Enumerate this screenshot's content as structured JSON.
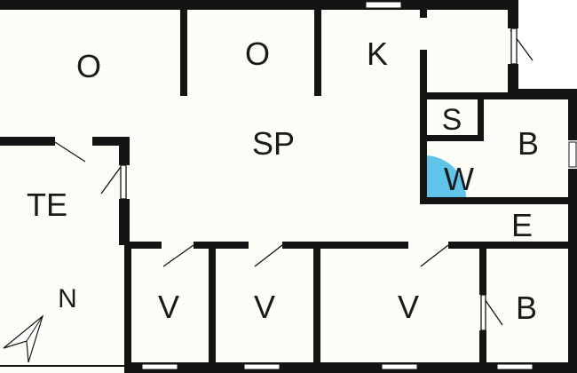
{
  "rooms": {
    "o1": "O",
    "o2": "O",
    "k": "K",
    "sp": "SP",
    "s": "S",
    "b_upper": "B",
    "w": "W",
    "e": "E",
    "te": "TE",
    "v1": "V",
    "v2": "V",
    "v3": "V",
    "b_lower": "B"
  },
  "compass_label": "N",
  "colors": {
    "floor": "#fdfdf8",
    "wall": "#141414",
    "water": "#5fc3ea"
  }
}
